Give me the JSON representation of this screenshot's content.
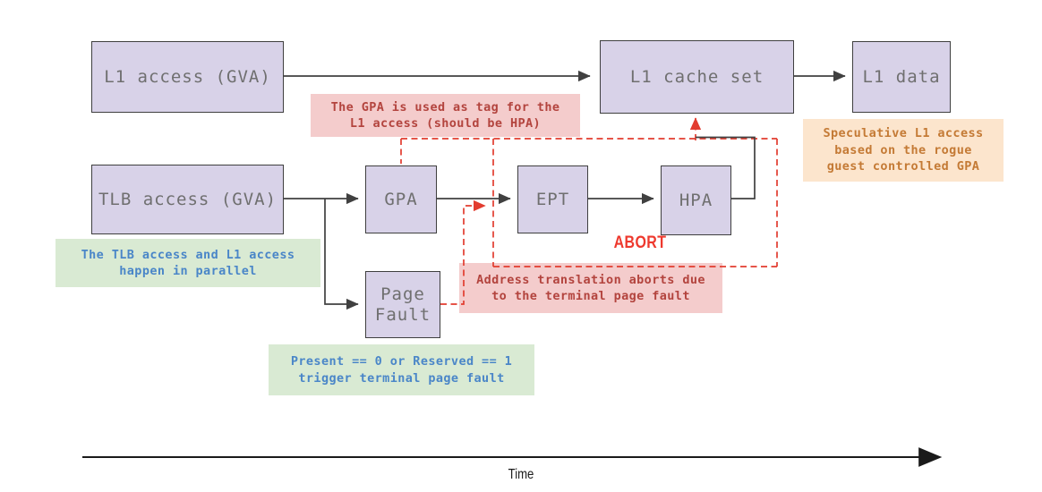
{
  "nodes": {
    "l1_access": {
      "label": "L1 access (GVA)"
    },
    "l1_cache_set": {
      "label": "L1 cache set"
    },
    "l1_data": {
      "label": "L1 data"
    },
    "tlb_access": {
      "label": "TLB access (GVA)"
    },
    "gpa": {
      "label": "GPA"
    },
    "ept": {
      "label": "EPT"
    },
    "hpa": {
      "label": "HPA"
    },
    "page_fault": {
      "line1": "Page",
      "line2": "Fault"
    }
  },
  "annotations": {
    "gpa_tag": {
      "line1": "The GPA is used as tag for the",
      "line2": "L1 access (should be HPA)"
    },
    "parallel": {
      "line1": "The TLB access and L1 access",
      "line2": "happen in parallel"
    },
    "abort_note": {
      "line1": "Address translation aborts due",
      "line2": "to the terminal page fault"
    },
    "page_fault_cond": {
      "line1": "Present == 0 or Reserved == 1",
      "line2": "trigger terminal page fault"
    },
    "speculative": {
      "line1": "Speculative L1 access",
      "line2": "based on the rogue",
      "line3": "guest controlled GPA"
    }
  },
  "labels": {
    "abort": "ABORT",
    "time": "Time"
  },
  "colors": {
    "node_fill": "#d8d2e8",
    "node_border": "#3f3f3f",
    "node_text": "#6f6f6f",
    "connector": "#404040",
    "dashed_red": "#e23c2f",
    "abort_text": "#ee392e",
    "pink_bg": "#f4cccc",
    "pink_text": "#b3443e",
    "green_bg": "#d9ead3",
    "green_text": "#4a86c8",
    "orange_bg": "#fce5cd",
    "orange_text": "#c47a35"
  }
}
